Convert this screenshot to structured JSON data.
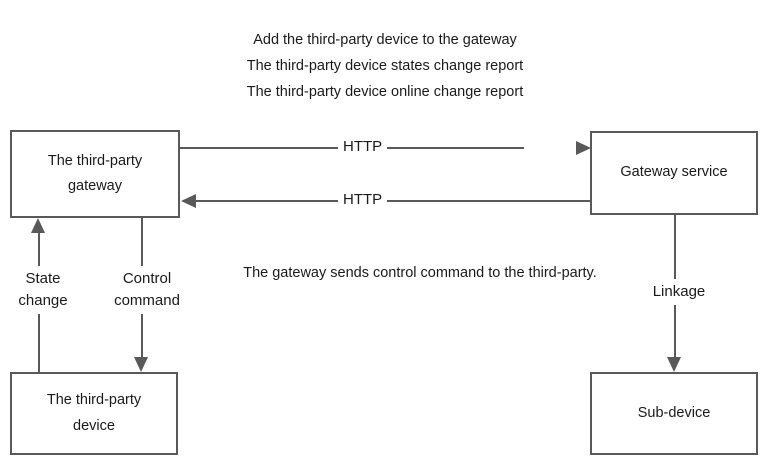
{
  "diagram": {
    "title_notes": [
      "Add the third-party device to the gateway",
      "The third-party device states change report",
      "The third-party device online change report"
    ],
    "center_note": "The gateway sends control command to the third-party.",
    "nodes": {
      "third_party_gateway": {
        "line1": "The third-party",
        "line2": "gateway"
      },
      "gateway_service": {
        "label": "Gateway service"
      },
      "third_party_device": {
        "line1": "The third-party",
        "line2": "device"
      },
      "sub_device": {
        "label": "Sub-device"
      }
    },
    "edges": {
      "http_request": {
        "label": "HTTP"
      },
      "http_response": {
        "label": "HTTP"
      },
      "state_change": {
        "line1": "State",
        "line2": "change"
      },
      "control_command": {
        "line1": "Control",
        "line2": "command"
      },
      "linkage": {
        "label": "Linkage"
      }
    },
    "colors": {
      "stroke": "#595959",
      "text": "#1a1a1a",
      "background": "#ffffff"
    }
  }
}
